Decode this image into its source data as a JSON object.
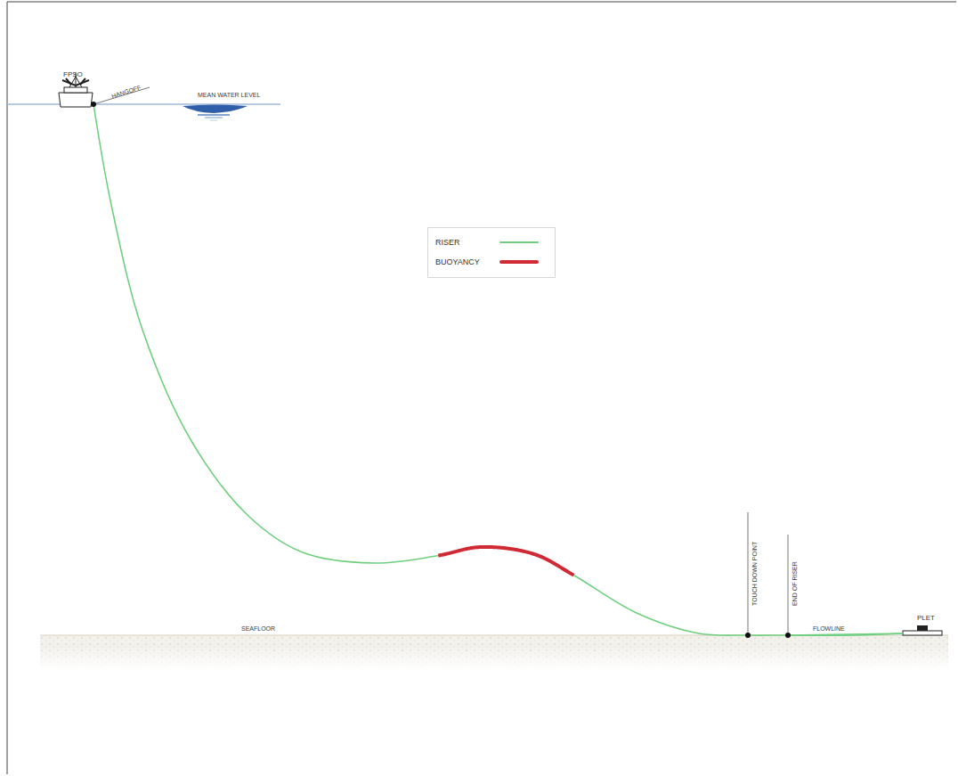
{
  "diagram": {
    "labels": [
      "FPSO",
      "HANGOFF",
      "MEAN WATER LEVEL",
      "SEAFLOOR",
      "TOUCH DOWN POINT",
      "END OF RISER",
      "FLOWLINE",
      "PLET"
    ],
    "legend": [
      {
        "text": "RISER"
      },
      {
        "text": "BUOYANCY"
      }
    ]
  }
}
